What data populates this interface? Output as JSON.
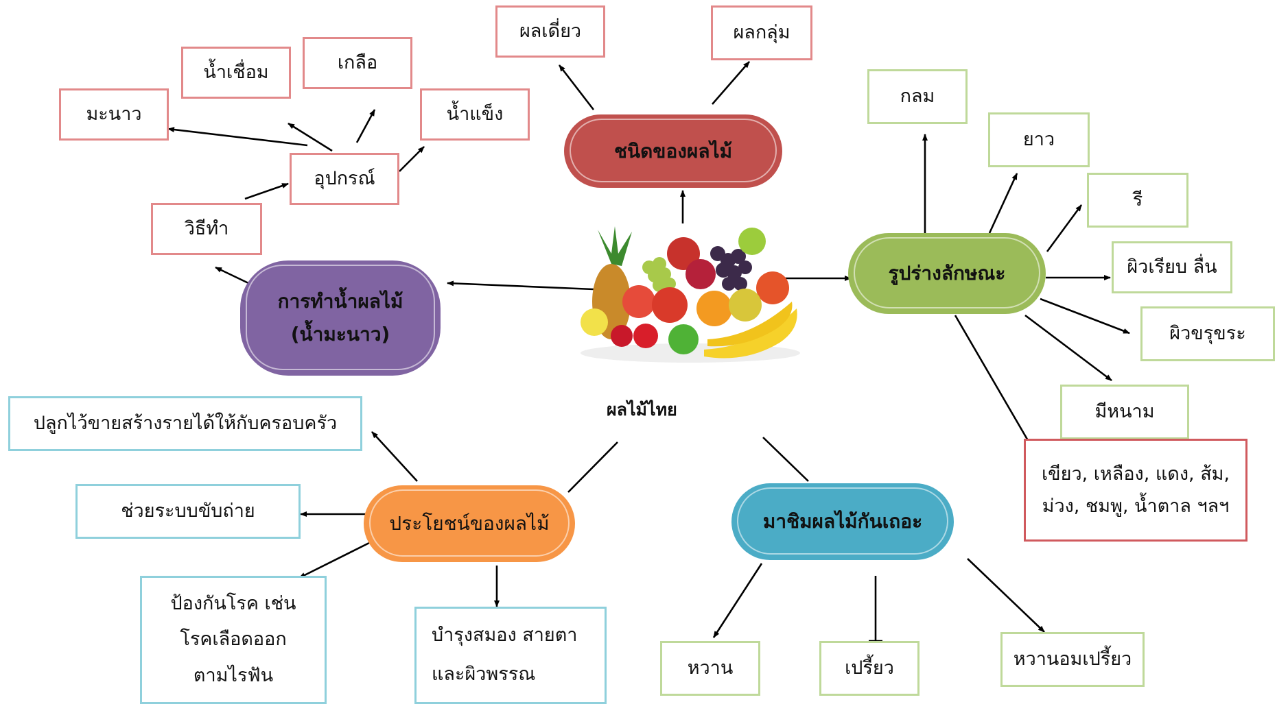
{
  "center": {
    "label": "ผลไม้ไทย"
  },
  "hubs": {
    "types": "ชนิดของผลไม้",
    "shape": "รูปร่างลักษณะ",
    "juice_line1": "การทำน้ำผลไม้",
    "juice_line2": "(น้ำมะนาว)",
    "benefits": "ประโยชน์ของผลไม้",
    "taste": "มาชิมผลไม้กันเถอะ"
  },
  "types": {
    "single": "ผลเดี่ยว",
    "cluster": "ผลกลุ่ม"
  },
  "juice": {
    "equipment": "อุปกรณ์",
    "method": "วิธีทำ",
    "lime": "มะนาว",
    "syrup": "น้ำเชื่อม",
    "salt": "เกลือ",
    "ice": "น้ำแข็ง"
  },
  "shape": {
    "round": "กลม",
    "long": "ยาว",
    "oval": "รี",
    "smooth": "ผิวเรียบ ลื่น",
    "rough": "ผิวขรุขระ",
    "thorny": "มีหนาม",
    "colors_line1": "เขียว, เหลือง, แดง, ส้ม,",
    "colors_line2": "ม่วง, ชมพู, น้ำตาล ฯลฯ"
  },
  "benefits": {
    "income": "ปลูกไว้ขายสร้างรายได้ให้กับครอบครัว",
    "excretion": "ช่วยระบบขับถ่าย",
    "prevent_line1": "ป้องกันโรค เช่น",
    "prevent_line2": "โรคเลือดออก",
    "prevent_line3": "ตามไรฟัน",
    "nourish_line1": "บำรุงสมอง สายตา",
    "nourish_line2": "และผิวพรรณ"
  },
  "taste": {
    "sweet": "หวาน",
    "sour": "เปรี้ยว",
    "sweet_sour": "หวานอมเปรี้ยว"
  },
  "colors": {
    "types_hub": "#c0504d",
    "shape_hub": "#9bbb59",
    "juice_hub": "#8064a2",
    "benefits_hub": "#f79646",
    "taste_hub": "#4bacc6"
  }
}
